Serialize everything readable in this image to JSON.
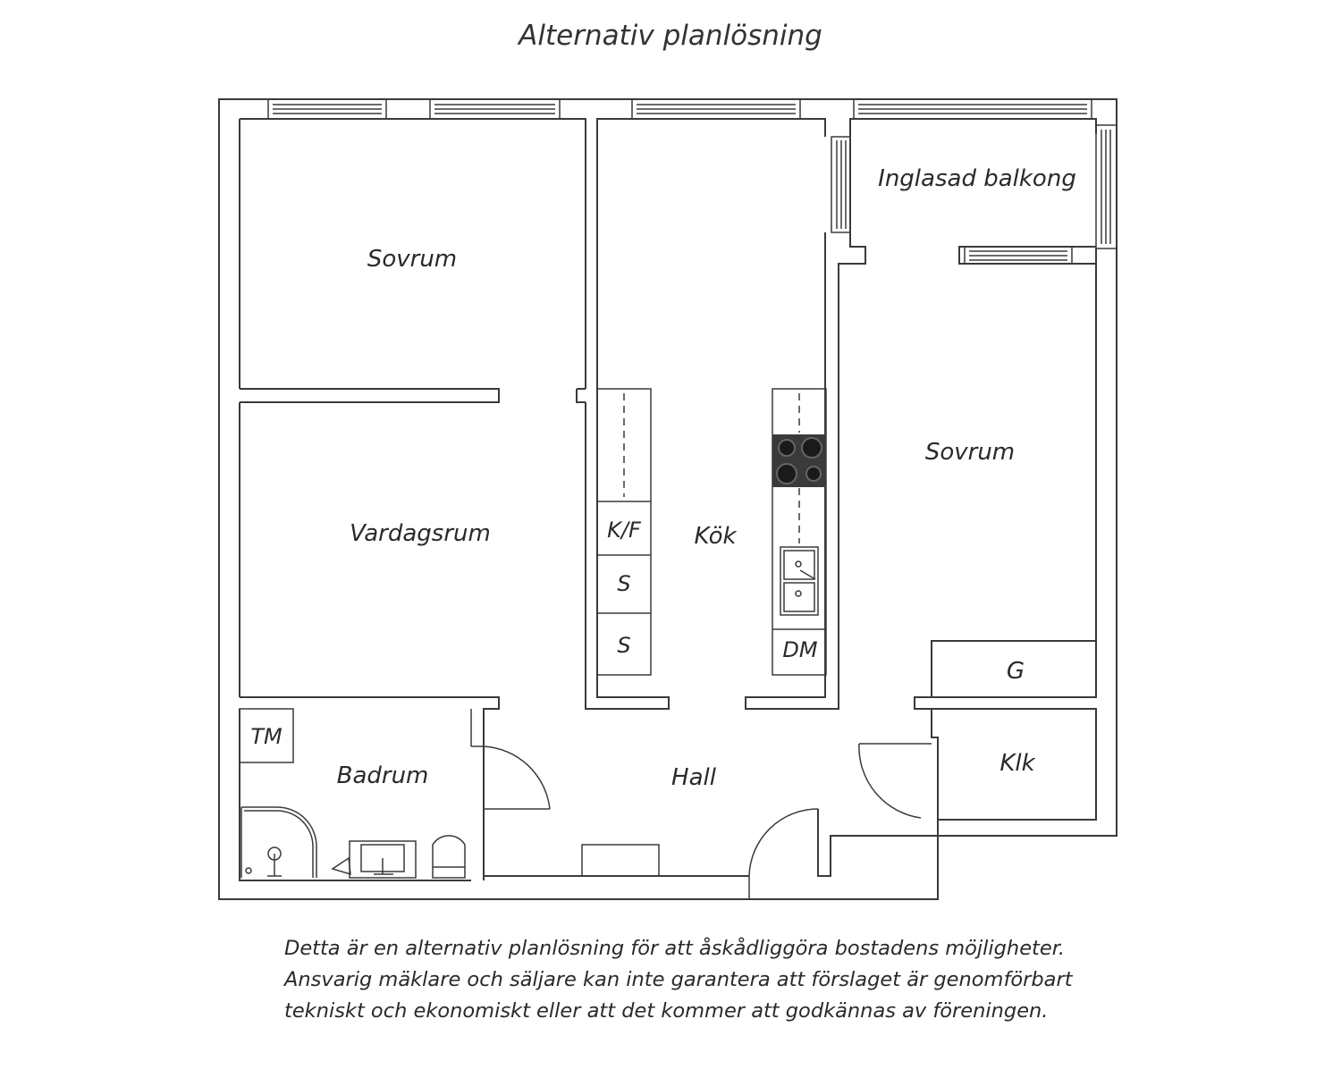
{
  "title": "Alternativ planlösning",
  "rooms": {
    "sovrum_left": "Sovrum",
    "vardagsrum": "Vardagsrum",
    "kok": "Kök",
    "balkong": "Inglasad balkong",
    "sovrum_right": "Sovrum",
    "badrum": "Badrum",
    "hall": "Hall",
    "klk": "Klk",
    "g": "G",
    "tm": "TM"
  },
  "appliances": {
    "kf": "K/F",
    "s1": "S",
    "s2": "S",
    "dm": "DM"
  },
  "disclaimer": [
    "Detta är en alternativ planlösning för att åskådliggöra bostadens möjligheter.",
    "Ansvarig mäklare och säljare kan inte garantera att förslaget är genomförbart",
    "tekniskt och ekonomiskt eller att det kommer att godkännas av föreningen."
  ]
}
